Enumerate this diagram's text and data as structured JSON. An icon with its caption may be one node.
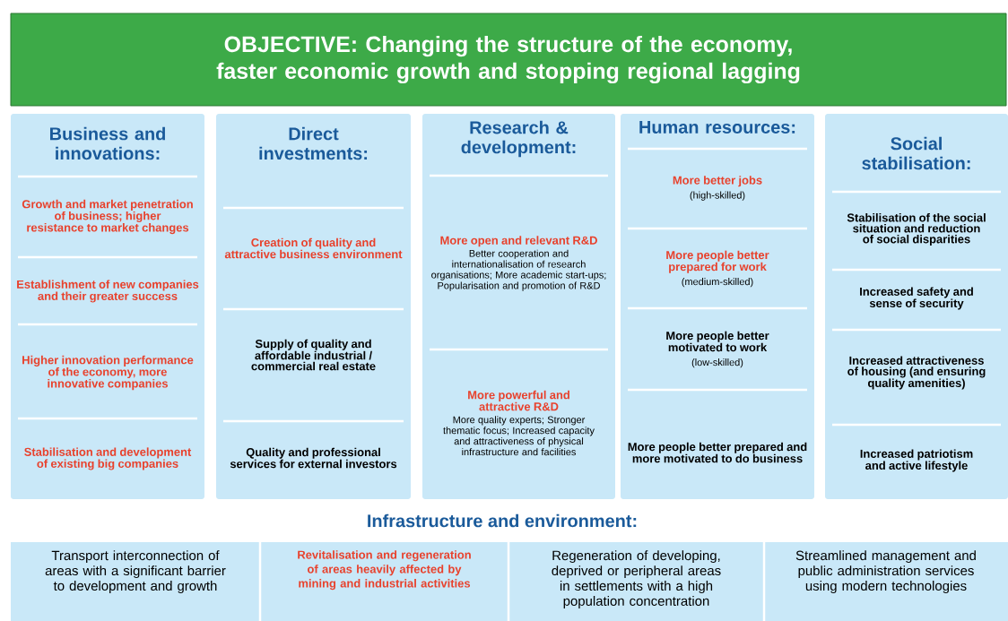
{
  "diagram": {
    "nodes": [
      {
        "text": [
          "OBJECTIVE: Changing the structure of the economy, faster economic growth and stopping regional lagging"
        ]
      },
      {
        "text": [
          "Business and innovations:"
        ]
      },
      {
        "text": [
          "Growth and market penetration of business; higher resistance to market changes"
        ],
        "in": 1
      },
      {
        "text": [
          "Establishment of new companies and their greater success"
        ],
        "in": 1
      },
      {
        "text": [
          "Higher innovation performance of the economy, more innovative companies"
        ],
        "in": 1
      },
      {
        "text": [
          "Stabilisation and development of existing big companies"
        ],
        "in": 1
      },
      {
        "text": [
          "Direct investments:"
        ]
      },
      {
        "text": [
          "Creation of quality and attractive business environment"
        ],
        "in": 6
      },
      {
        "text": [
          "Supply of quality and affordable industrial / commercial real estate"
        ],
        "in": 6
      },
      {
        "text": [
          "Quality and professional services for external investors"
        ],
        "in": 6
      },
      {
        "text": [
          "Research & development:"
        ]
      },
      {
        "text": [
          "More open and relevant R&D",
          "Better cooperation and internationalisation of research organisations; More academic start-ups; Popularisation and promotion of R&D"
        ],
        "in": 10
      },
      {
        "text": [
          "More powerful and attractive R&D",
          "More quality experts; Stronger thematic focus; Increased capacity and attractiveness of physical infrastructure and facilities"
        ],
        "in": 10
      },
      {
        "text": [
          "Human resources:"
        ]
      },
      {
        "text": [
          "More better jobs",
          "(high-skilled)"
        ],
        "in": 13
      },
      {
        "text": [
          "More people better prepared for work",
          "(medium-skilled)"
        ],
        "in": 13
      },
      {
        "text": [
          "More people better motivated to work",
          "(low-skilled)"
        ],
        "in": 13
      },
      {
        "text": [
          "More people better prepared and more motivated to do business"
        ],
        "in": 13
      },
      {
        "text": [
          "Social stabilisation:"
        ]
      },
      {
        "text": [
          "Stabilisation of the social situation and reduction of social disparities"
        ],
        "in": 18
      },
      {
        "text": [
          "Increased safety and sense of security"
        ],
        "in": 18
      },
      {
        "text": [
          "Increased attractiveness of housing (and ensuring quality amenities)"
        ],
        "in": 18
      },
      {
        "text": [
          "Increased patriotism and active lifestyle"
        ],
        "in": 18
      },
      {
        "text": [
          "Infrastructure and environment:"
        ]
      },
      {
        "text": [
          "Transport interconnection of areas with a significant barrier to development and growth"
        ],
        "in": 23
      },
      {
        "text": [
          "Revitalisation and regeneration of areas heavily affected by mining and industrial activities"
        ],
        "in": 23
      },
      {
        "text": [
          "Regeneration of developing, deprived or peripheral areas in settlements with a high population concentration"
        ],
        "in": 23
      },
      {
        "text": [
          "Streamlined management and public administration services using modern technologies"
        ],
        "in": 23
      }
    ]
  }
}
